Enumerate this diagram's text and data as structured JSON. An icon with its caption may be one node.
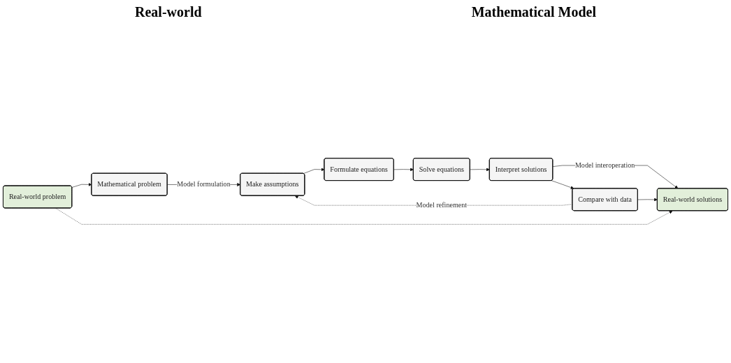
{
  "diagram": {
    "nodes": [
      {
        "text": [
          "Real-world problem"
        ]
      },
      {
        "text": [
          "Mathematical problem"
        ]
      },
      {
        "text": [
          "Make assumptions"
        ]
      },
      {
        "text": [
          "Formulate equations"
        ]
      },
      {
        "text": [
          "Solve equations"
        ]
      },
      {
        "text": [
          "Interpret solutions"
        ]
      },
      {
        "text": [
          "Real-world solutions"
        ]
      },
      {
        "text": [
          "Compare with data"
        ]
      }
    ],
    "edges": [
      {
        "from": 0,
        "to": 1,
        "arrow": "to"
      },
      {
        "from": 1,
        "to": 2,
        "arrow": "to",
        "label": "Model formulation"
      },
      {
        "from": 2,
        "to": 3,
        "arrow": "to"
      },
      {
        "from": 3,
        "to": 4,
        "arrow": "to"
      },
      {
        "from": 4,
        "to": 5,
        "arrow": "to"
      },
      {
        "from": 5,
        "to": 6,
        "arrow": "to",
        "label": "Model interoperation"
      },
      {
        "from": 0,
        "to": 6,
        "arrow": "to",
        "style": "dashed"
      },
      {
        "from": 5,
        "to": 7,
        "arrow": "to"
      },
      {
        "from": 7,
        "to": 6,
        "arrow": "to"
      },
      {
        "from": 7,
        "to": 2,
        "arrow": "to",
        "style": "dashed",
        "label": "Model refinement"
      }
    ],
    "labels": [
      "Real-world",
      "Mathematical Model"
    ]
  }
}
